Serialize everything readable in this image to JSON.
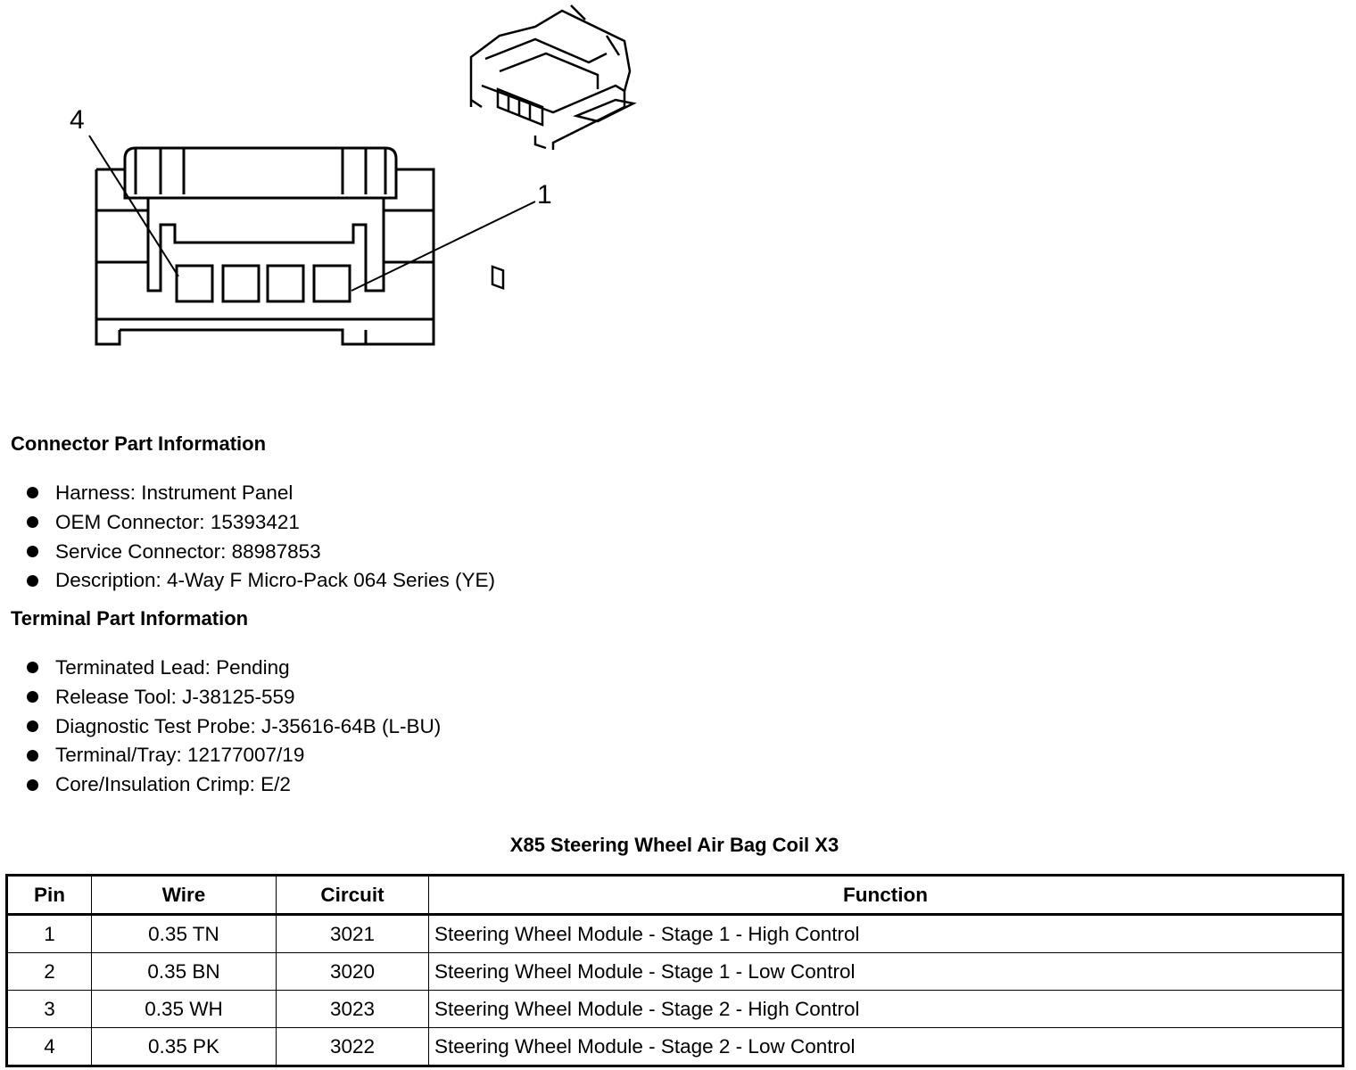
{
  "figure": {
    "callouts": [
      "4",
      "1"
    ]
  },
  "connector_info": {
    "heading": "Connector Part Information",
    "items": [
      "Harness: Instrument Panel",
      "OEM Connector: 15393421",
      "Service Connector: 88987853",
      "Description: 4-Way F Micro-Pack 064 Series (YE)"
    ]
  },
  "terminal_info": {
    "heading": "Terminal Part Information",
    "items": [
      "Terminated Lead: Pending",
      "Release Tool: J-38125-559",
      "Diagnostic Test Probe: J-35616-64B (L-BU)",
      "Terminal/Tray: 12177007/19",
      "Core/Insulation Crimp: E/2"
    ]
  },
  "table": {
    "title": "X85 Steering Wheel Air Bag Coil X3",
    "headers": [
      "Pin",
      "Wire",
      "Circuit",
      "Function"
    ],
    "rows": [
      [
        "1",
        "0.35 TN",
        "3021",
        "Steering Wheel Module - Stage 1 - High Control"
      ],
      [
        "2",
        "0.35 BN",
        "3020",
        "Steering Wheel Module - Stage 1 - Low Control"
      ],
      [
        "3",
        "0.35 WH",
        "3023",
        "Steering Wheel Module - Stage 2 - High Control"
      ],
      [
        "4",
        "0.35 PK",
        "3022",
        "Steering Wheel Module - Stage 2 - Low Control"
      ]
    ]
  }
}
